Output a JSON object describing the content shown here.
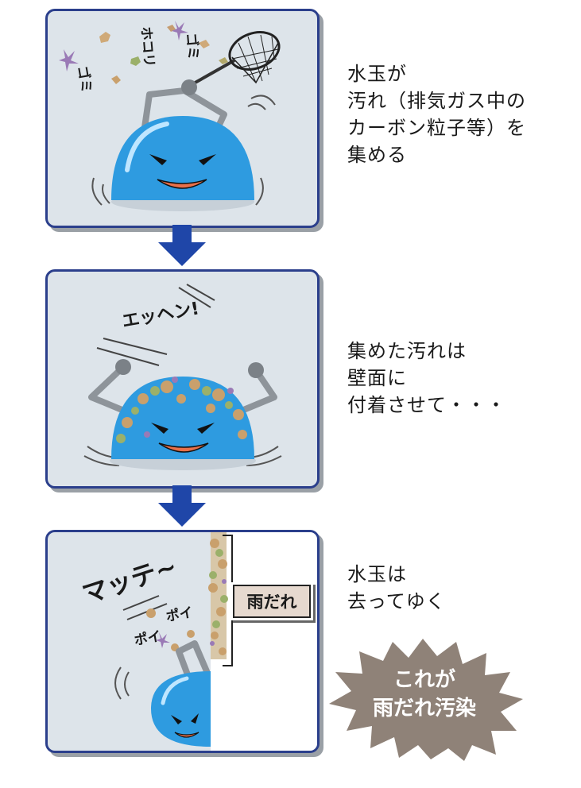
{
  "steps": [
    {
      "caption": "水玉が\n汚れ（排気ガス中の\nカーボン粒子等）を\n集める",
      "sfx": [
        "ゴミ",
        "ホコリ",
        "ゴミ"
      ]
    },
    {
      "caption": "集めた汚れは\n壁面に\n付着させて・・・",
      "sfx": [
        "エッヘン!"
      ]
    },
    {
      "caption": "水玉は\n去ってゆく",
      "sfx": [
        "マッテ~",
        "ポイ",
        "ポイ"
      ]
    }
  ],
  "wall_label": "雨だれ",
  "callout": "これが\n雨だれ汚染",
  "colors": {
    "panel_border": "#2b3f8c",
    "panel_bg": "#dde4ea",
    "arrow": "#1f46a8",
    "drop": "#2e9be0",
    "callout_bg": "#8f8278"
  }
}
